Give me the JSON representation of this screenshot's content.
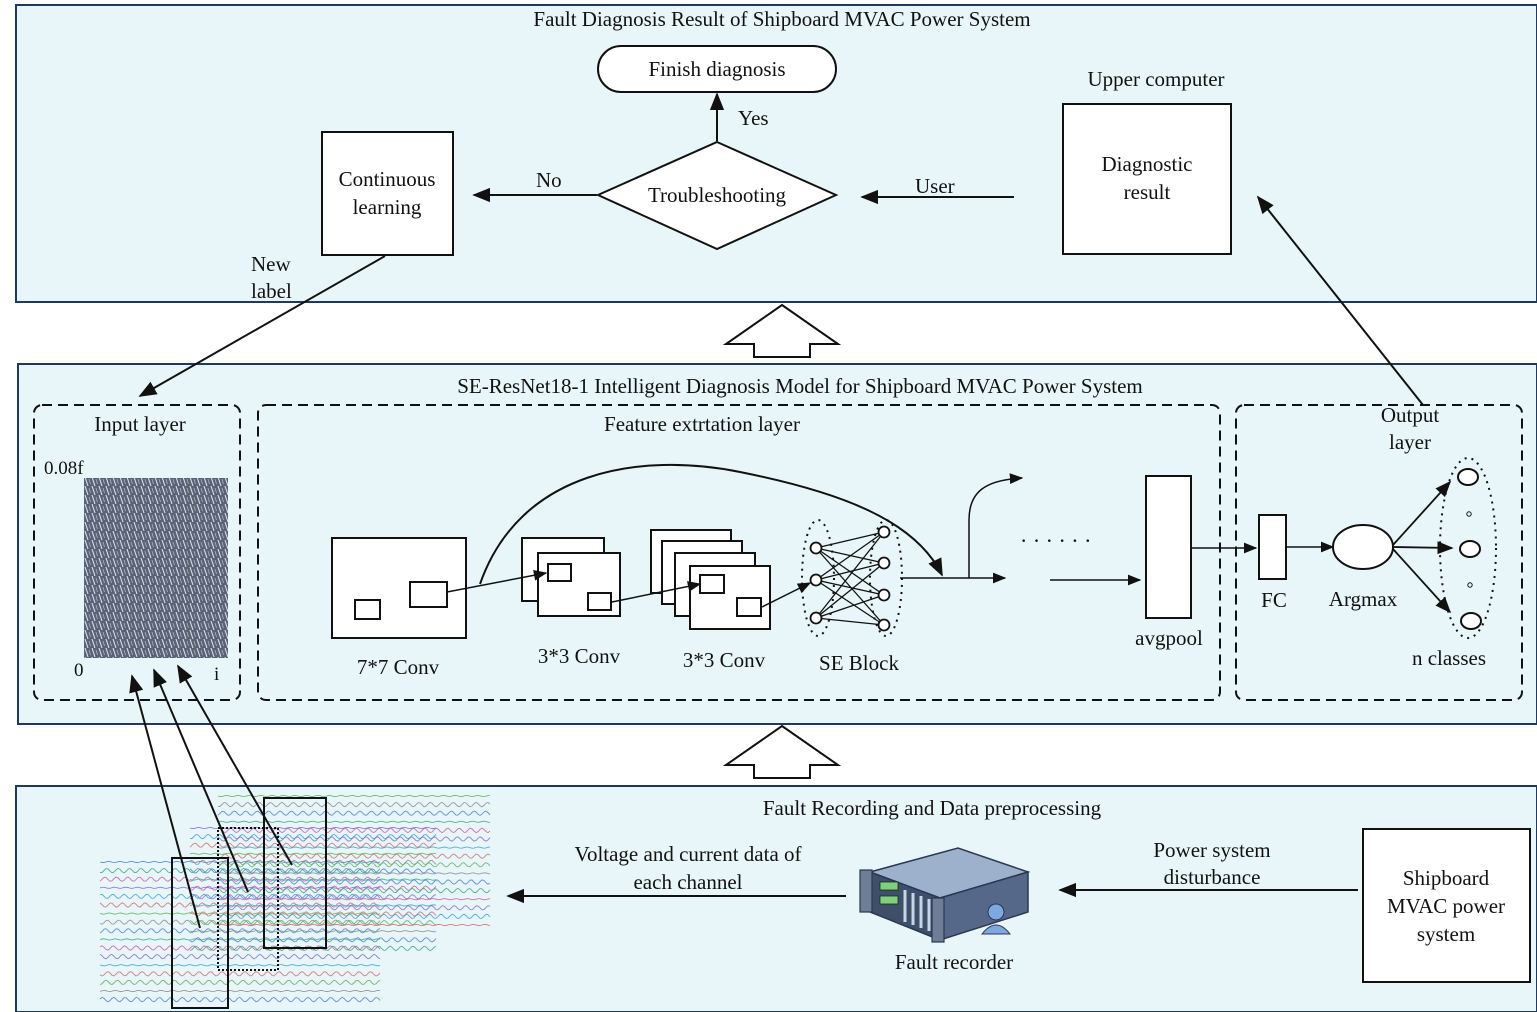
{
  "colors": {
    "panel_fill": "#e8f6f9",
    "panel_stroke": "#1f3a5f",
    "line": "#111111",
    "heatmap_fill": "#5a6275",
    "device_body": "#3e4f6a"
  },
  "top_panel": {
    "title": "Fault Diagnosis Result of Shipboard MVAC Power System",
    "finish": "Finish diagnosis",
    "yes": "Yes",
    "no": "No",
    "decision": "Troubleshooting",
    "user": "User",
    "continuous_line1": "Continuous",
    "continuous_line2": "learning",
    "upper_computer": "Upper computer",
    "diagnostic_line1": "Diagnostic",
    "diagnostic_line2": "result",
    "new_label_line1": "New",
    "new_label_line2": "label"
  },
  "middle_panel": {
    "title": "SE-ResNet18-1 Intelligent Diagnosis Model for Shipboard MVAC Power System",
    "input_layer": "Input layer",
    "y_top": "0.08f",
    "origin": "0",
    "x_end": "i",
    "feature_layer": "Feature extrtation layer",
    "conv7": "7*7 Conv",
    "conv3a": "3*3 Conv",
    "conv3b": "3*3 Conv",
    "se_block": "SE Block",
    "ellipsis": "· · · · · ·",
    "avgpool": "avgpool",
    "output_line1": "Output",
    "output_line2": "layer",
    "fc": "FC",
    "argmax": "Argmax",
    "n_classes": "n classes"
  },
  "bottom_panel": {
    "title": "Fault Recording and Data preprocessing",
    "voltage_line1": "Voltage and current data of",
    "voltage_line2": "each channel",
    "fault_recorder": "Fault recorder",
    "disturbance_line1": "Power system",
    "disturbance_line2": "disturbance",
    "ship_line1": "Shipboard",
    "ship_line2": "MVAC power",
    "ship_line3": "system"
  }
}
